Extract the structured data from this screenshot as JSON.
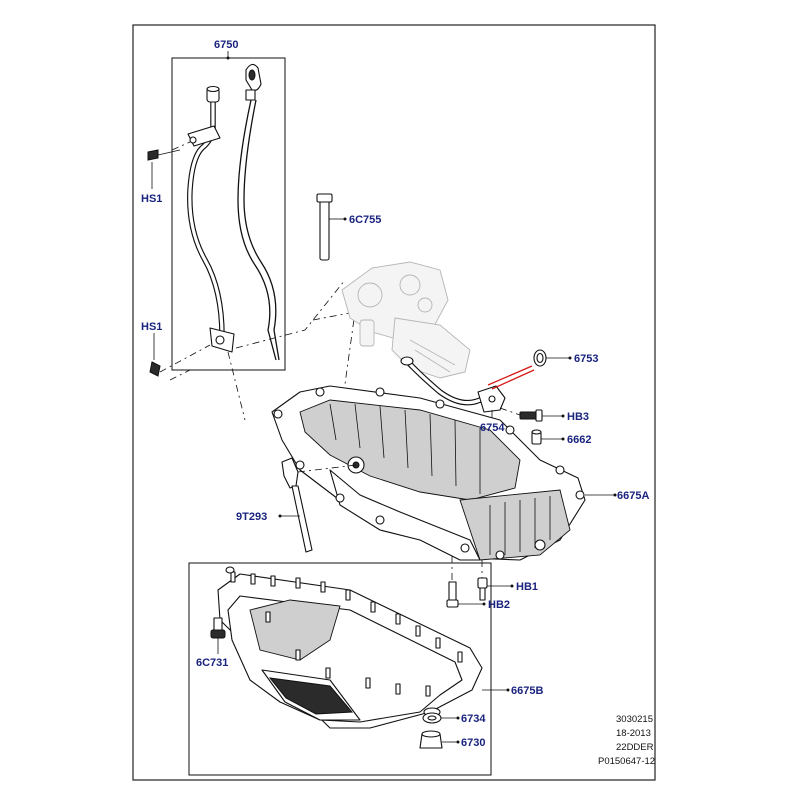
{
  "labels": {
    "p6750": "6750",
    "hs1_top": "HS1",
    "hs1_bottom": "HS1",
    "p6c755": "6C755",
    "p6753": "6753",
    "hb3": "HB3",
    "p6754": "6754",
    "p6662": "6662",
    "p6675a": "6675A",
    "p9t293": "9T293",
    "hb1": "HB1",
    "hb2": "HB2",
    "p6c731": "6C731",
    "p6675b": "6675B",
    "p6734": "6734",
    "p6730": "6730"
  },
  "reference": {
    "line1": "3030215",
    "line2": "18-2013",
    "line3": "22DDER",
    "line4": "P0150647-12"
  },
  "colors": {
    "callout_text": "#1a237e",
    "highlight_line": "#d61a1a"
  }
}
